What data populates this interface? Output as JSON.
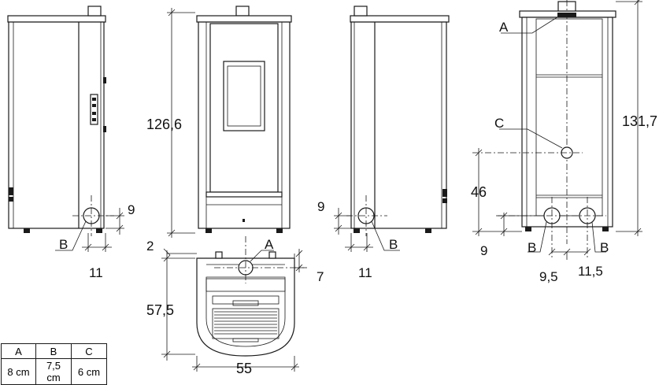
{
  "dimensions": {
    "total_height": "126,6",
    "total_height_with_flue": "131,7",
    "depth": "57,5",
    "width": "55",
    "rear_gap": "2",
    "flue_offset": "7",
    "side_outlet_height": "9",
    "side_outlet_depth": "11",
    "rear_inlet_height": "9",
    "c_outlet_height": "46",
    "b_left_offset": "9,5",
    "b_right_offset": "11,5"
  },
  "callouts": {
    "a": "A",
    "b": "B",
    "c": "C"
  },
  "table": {
    "headers": [
      "A",
      "B",
      "C"
    ],
    "values": [
      "8 cm",
      "7,5 cm",
      "6 cm"
    ]
  }
}
